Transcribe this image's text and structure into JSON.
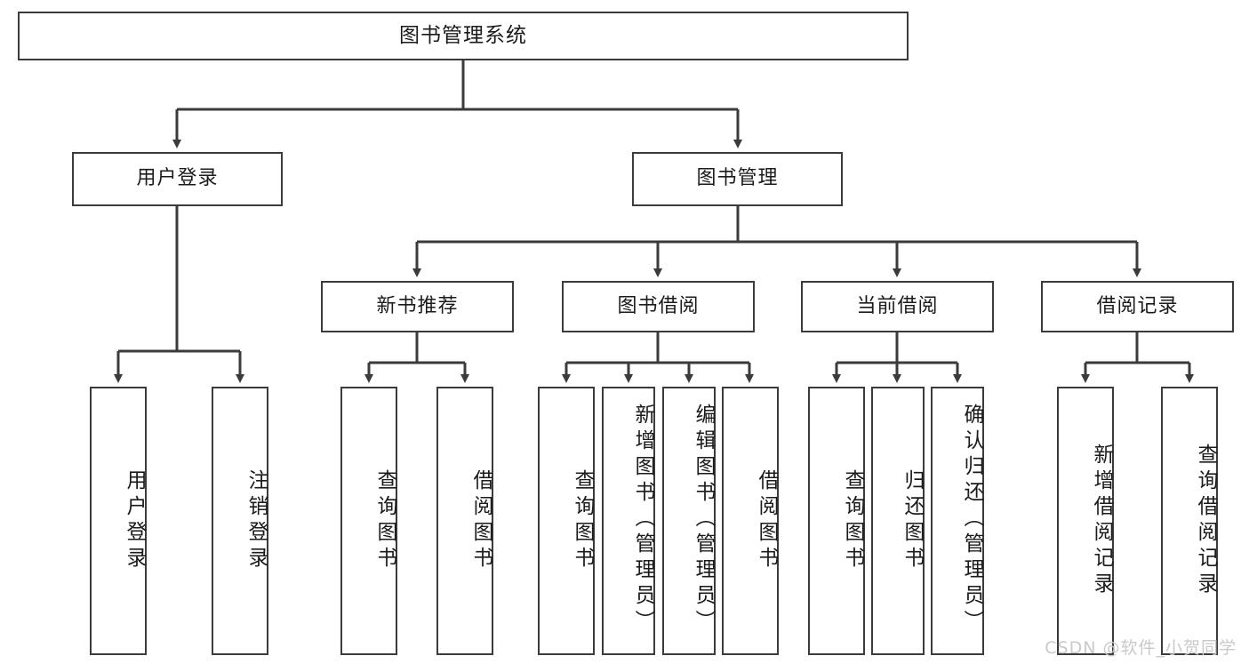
{
  "diagram": {
    "title": "图书管理系统",
    "type": "tree",
    "line_color": "#3b3b3b",
    "box_border_color": "#3b3b3b",
    "background": "#ffffff",
    "text_color": "#1b1b1b"
  },
  "nodes": {
    "root": {
      "label": "图书管理系统"
    },
    "level2": [
      {
        "label": "用户登录"
      },
      {
        "label": "图书管理"
      }
    ],
    "level3": [
      {
        "label": "新书推荐"
      },
      {
        "label": "图书借阅"
      },
      {
        "label": "当前借阅"
      },
      {
        "label": "借阅记录"
      }
    ],
    "leaves_user_login": [
      {
        "label": "用户登录"
      },
      {
        "label": "注销登录"
      }
    ],
    "leaves_new_books": [
      {
        "label": "查询图书"
      },
      {
        "label": "借阅图书"
      }
    ],
    "leaves_borrow": [
      {
        "label": "查询图书"
      },
      {
        "label": "新增图书（管理员）"
      },
      {
        "label": "编辑图书（管理员）"
      },
      {
        "label": "借阅图书"
      }
    ],
    "leaves_current": [
      {
        "label": "查询图书"
      },
      {
        "label": "归还图书"
      },
      {
        "label": "确认归还（管理员）"
      }
    ],
    "leaves_records": [
      {
        "label": "新增借阅记录"
      },
      {
        "label": "查询借阅记录"
      }
    ]
  },
  "watermark": {
    "text": "CSDN @软件_小贺同学"
  }
}
